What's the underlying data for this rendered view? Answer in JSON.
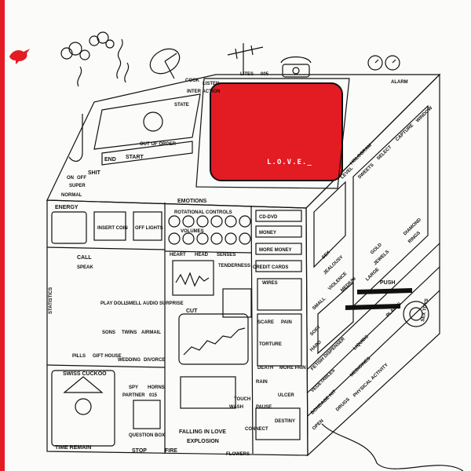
{
  "colors": {
    "accent": "#e31b23",
    "ink": "#111111",
    "paper": "#fbfbf9"
  },
  "icons": [
    "bird-logo-icon",
    "satellite-dish-icon",
    "telephone-icon",
    "alarm-clock-icon",
    "cuckoo-clock-icon",
    "question-mark-icon"
  ],
  "screen": {
    "text": "L.O.V.E._"
  },
  "top": {
    "cook": "COOK",
    "listen": "LISTEN",
    "lites": "LITES",
    "lites_num": "005",
    "interaction": "INTER ACTION",
    "alarm": "ALARM",
    "state": "STATE",
    "out_of_order": "OUT OF ORDER"
  },
  "left_panel": {
    "end": "END",
    "start": "START",
    "shit": "SHIT",
    "on": "ON",
    "off": "OFF",
    "super": "SUPER",
    "normal": "NORMAL",
    "energy": "ENERGY",
    "insert_coin": "INSERT COIN",
    "off_lights": "OFF LIGHTS",
    "call": "CALL",
    "speak": "SPEAK",
    "play_doll": "PLAY DOLL",
    "smell": "SMELL",
    "audio_surprise": "AUDIO SURPRISE",
    "statistics": "STATISTICS",
    "sons": "SONS",
    "twins": "TWINS",
    "airmail": "AIRMAIL",
    "pills": "PILLS",
    "gift_house": "GIFT HOUSE",
    "wedding": "WEDDING",
    "divorce": "DIVORCE",
    "swiss_cuckoo": "SWISS CUCKOO",
    "time_remain": "TIME REMAIN"
  },
  "center_panel": {
    "emotions": "EMOTIONS",
    "rotational_controls": "ROTATIONAL CONTROLS",
    "volumes": "VOLUMES",
    "heart": "HEART",
    "head": "HEAD",
    "senses": "SENSES",
    "tenderness": "TENDERNESS",
    "cut": "CUT",
    "spy": "SPY",
    "horns": "HORNS",
    "partner": "PARTNER",
    "partner_num": "015",
    "question_box": "QUESTION BOX",
    "stop": "STOP",
    "fire": "FIRE",
    "falling_in_love": "FALLING IN LOVE",
    "explosion": "EXPLOSION",
    "connect": "CONNECT",
    "flowers": "FLOWERS",
    "touch": "TOUCH",
    "wash": "WASH",
    "pause": "PAUSE",
    "destiny": "DESTINY"
  },
  "right_panel": {
    "cd_dvd": "CD-DVD",
    "money": "MONEY",
    "more_money": "MORE MONEY",
    "credit_cards": "CREDIT CARDS",
    "wires": "WIRES",
    "scare": "SCARE",
    "pain": "PAIN",
    "torture": "TORTURE",
    "death": "DEATH",
    "more_pain": "MORE PAIN",
    "rain": "RAIN",
    "ulcer": "ULCER",
    "hologram": "HOLOGRAM",
    "level": "LEVEL",
    "sweets": "SWEETS",
    "select": "SELECT",
    "capture": "CAPTURE",
    "window": "WINDOW",
    "sex": "SEX",
    "jealousy": "JEALOUSY",
    "violence": "VIOLENCE",
    "gold": "GOLD",
    "jewels": "JEWELS",
    "diamond": "DIAMOND",
    "rings": "RINGS",
    "large": "LARGE",
    "push": "PUSH",
    "small": "SMALL",
    "medium": "MEDIUM",
    "sex_toys": "SEX TOYS",
    "soft": "SOFT",
    "hard": "HARD",
    "fetish_dispenser": "FETISH DISPENSER",
    "vegetables": "VEGETABLES",
    "liquids": "LIQUIDS",
    "plants": "PLANTS",
    "bondage_kit": "BONDAGE KIT",
    "medicines": "MEDICINES",
    "physical_activity": "PHYSICAL ACTIVITY",
    "drugs": "DRUGS",
    "open": "OPEN"
  }
}
